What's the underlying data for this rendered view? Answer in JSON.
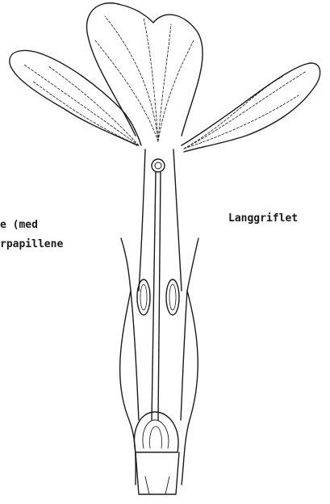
{
  "labels": {
    "left_line_1": "e (med",
    "left_line_2": "rpapillene",
    "right": "Langgriflet"
  }
}
